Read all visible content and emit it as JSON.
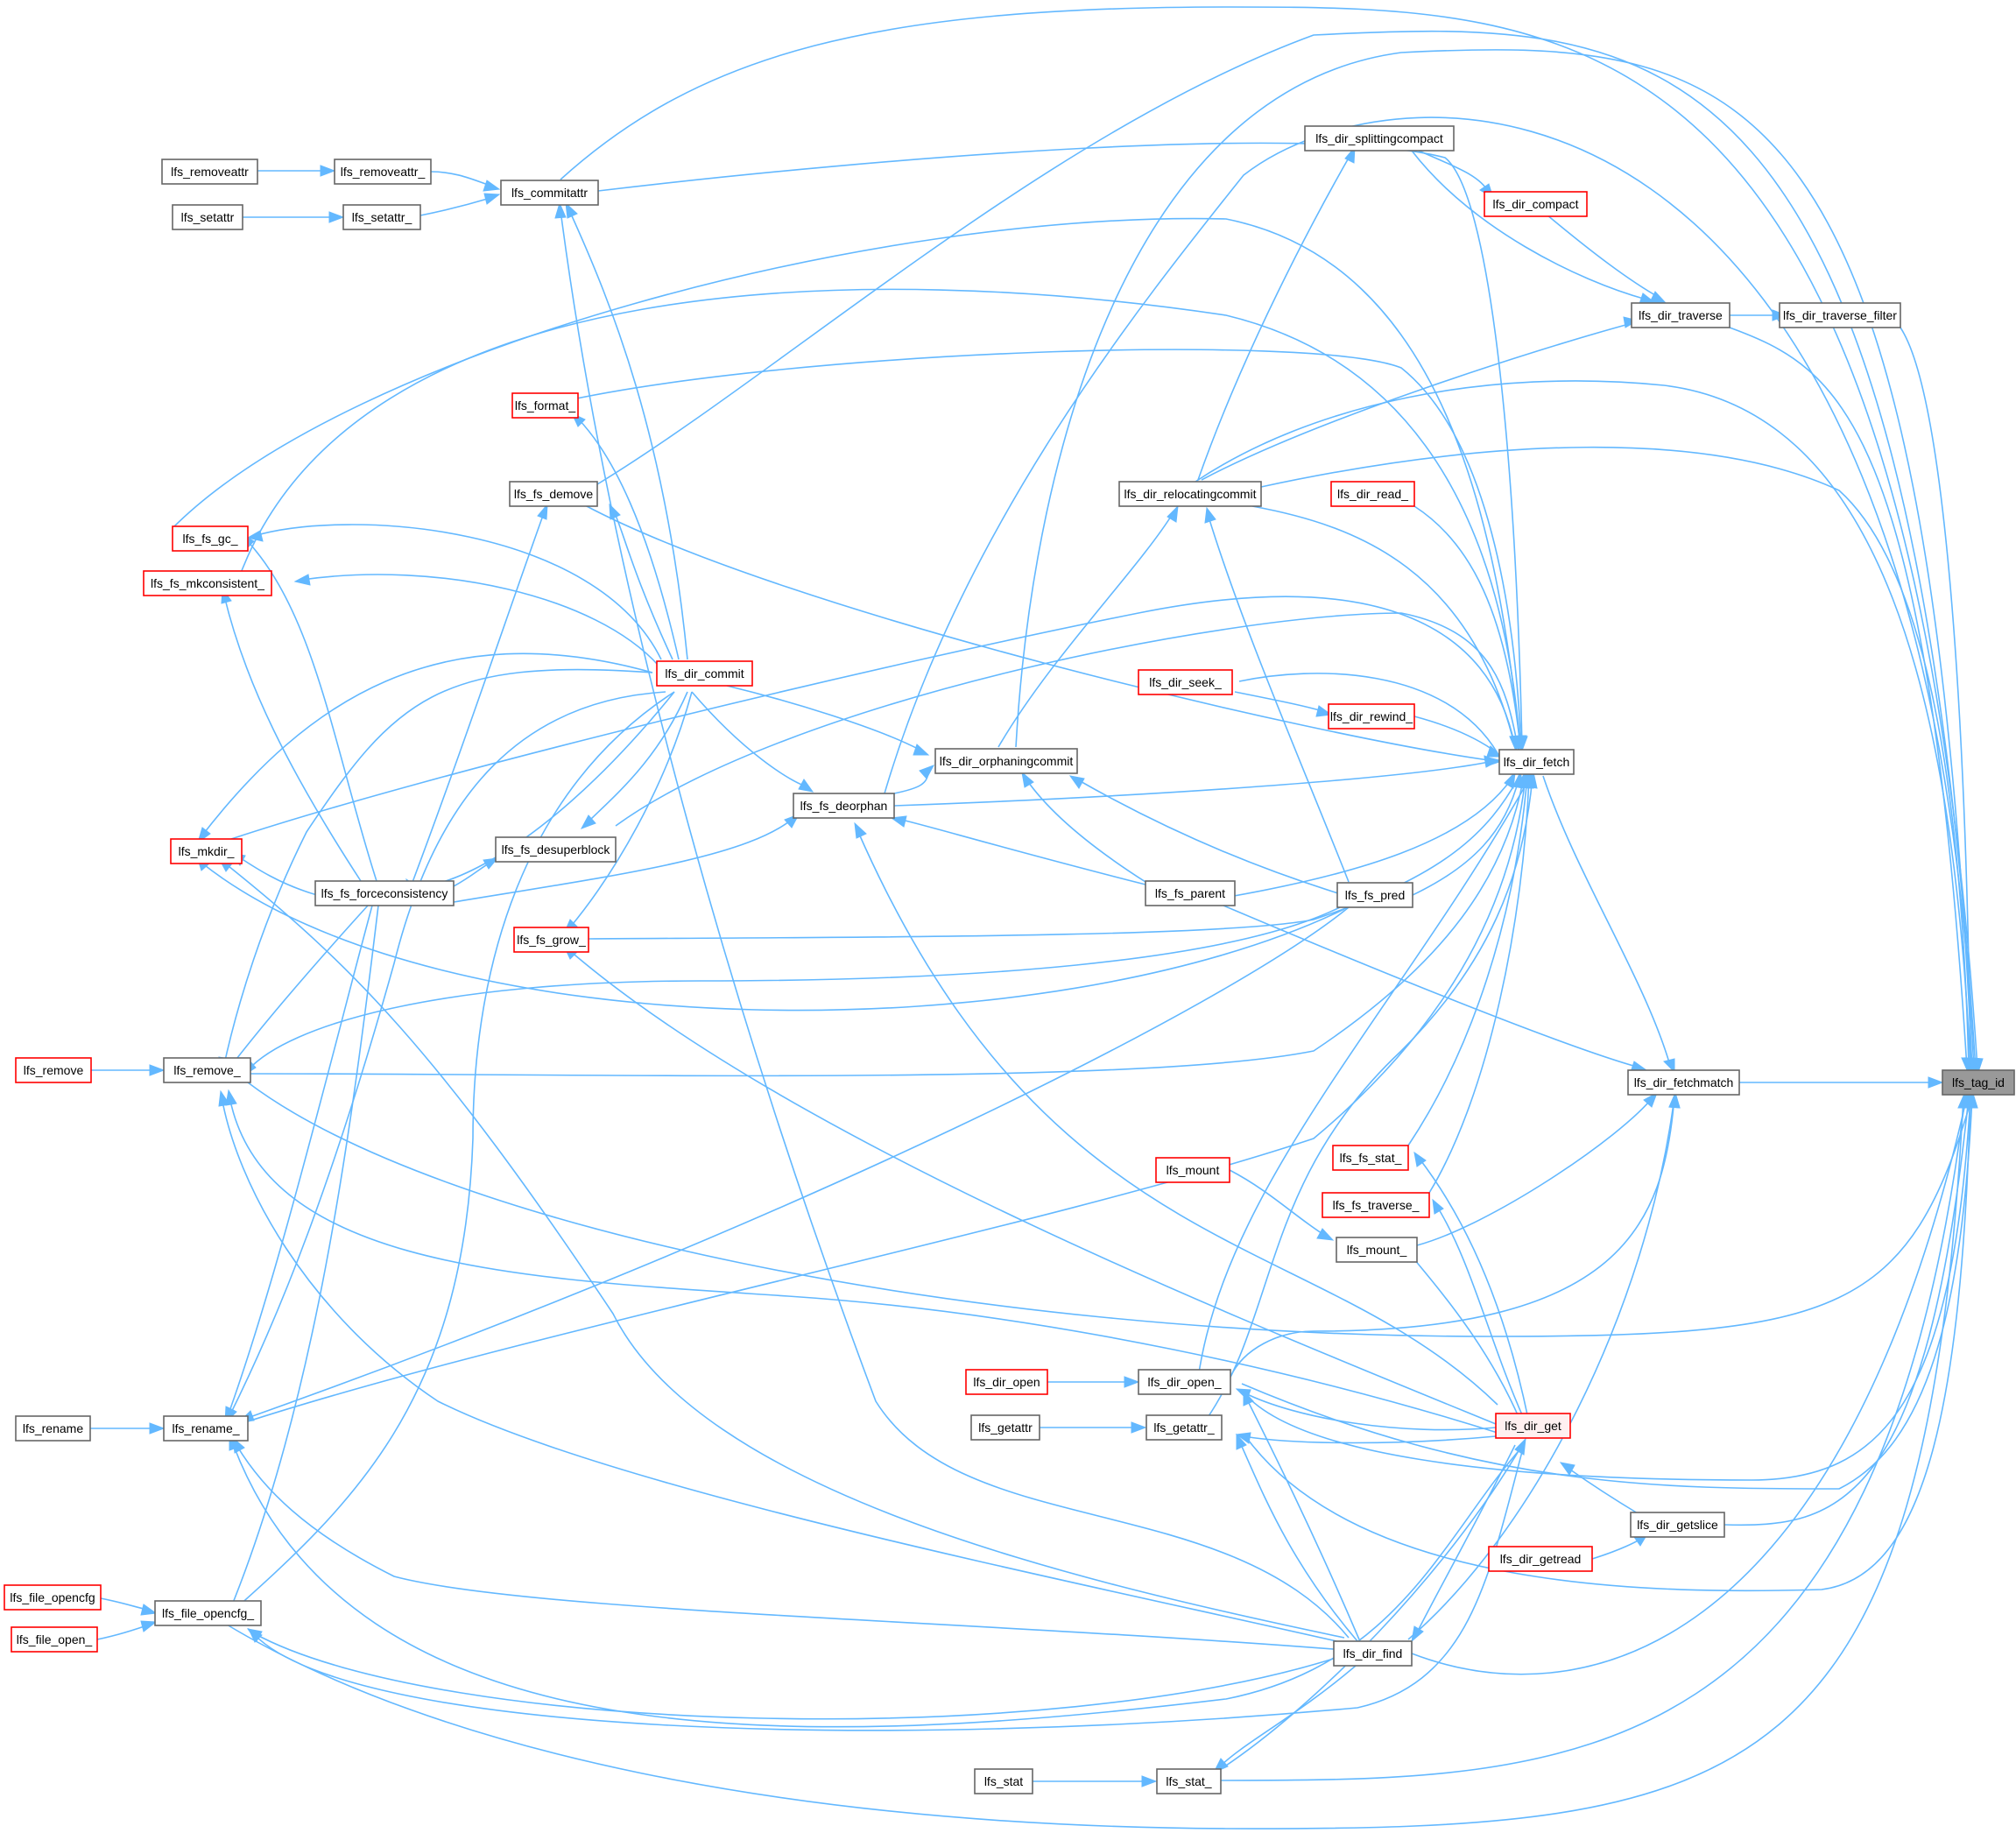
{
  "colors": {
    "edge": "#63b8ff",
    "node_border_normal": "#666666",
    "node_border_truncated": "#ff0000",
    "node_fill": "#ffffff",
    "node_fill_focus": "#999999",
    "node_fill_focus_alt": "#fff0f0"
  },
  "nodes": [
    {
      "id": "lfs_tag_id",
      "label": "lfs_tag_id",
      "style": "focus"
    },
    {
      "id": "lfs_dir_fetchmatch",
      "label": "lfs_dir_fetchmatch",
      "style": "normal"
    },
    {
      "id": "lfs_dir_fetch",
      "label": "lfs_dir_fetch",
      "style": "normal"
    },
    {
      "id": "lfs_dir_traverse_filter",
      "label": "lfs_dir_traverse_filter",
      "style": "normal"
    },
    {
      "id": "lfs_dir_traverse",
      "label": "lfs_dir_traverse",
      "style": "normal"
    },
    {
      "id": "lfs_dir_compact",
      "label": "lfs_dir_compact",
      "style": "truncated"
    },
    {
      "id": "lfs_dir_splittingcompact",
      "label": "lfs_dir_splittingcompact",
      "style": "normal"
    },
    {
      "id": "lfs_dir_relocatingcommit",
      "label": "lfs_dir_relocatingcommit",
      "style": "normal"
    },
    {
      "id": "lfs_dir_read_",
      "label": "lfs_dir_read_",
      "style": "truncated"
    },
    {
      "id": "lfs_dir_seek_",
      "label": "lfs_dir_seek_",
      "style": "truncated"
    },
    {
      "id": "lfs_dir_rewind_",
      "label": "lfs_dir_rewind_",
      "style": "truncated"
    },
    {
      "id": "lfs_dir_orphaningcommit",
      "label": "lfs_dir_orphaningcommit",
      "style": "normal"
    },
    {
      "id": "lfs_fs_deorphan",
      "label": "lfs_fs_deorphan",
      "style": "normal"
    },
    {
      "id": "lfs_dir_commit",
      "label": "lfs_dir_commit",
      "style": "truncated"
    },
    {
      "id": "lfs_fs_parent",
      "label": "lfs_fs_parent",
      "style": "normal"
    },
    {
      "id": "lfs_fs_pred",
      "label": "lfs_fs_pred",
      "style": "normal"
    },
    {
      "id": "lfs_fs_desuperblock",
      "label": "lfs_fs_desuperblock",
      "style": "normal"
    },
    {
      "id": "lfs_fs_forceconsistency",
      "label": "lfs_fs_forceconsistency",
      "style": "normal"
    },
    {
      "id": "lfs_fs_grow_",
      "label": "lfs_fs_grow_",
      "style": "truncated"
    },
    {
      "id": "lfs_fs_demove",
      "label": "lfs_fs_demove",
      "style": "normal"
    },
    {
      "id": "lfs_format_",
      "label": "lfs_format_",
      "style": "truncated"
    },
    {
      "id": "lfs_fs_gc_",
      "label": "lfs_fs_gc_",
      "style": "truncated"
    },
    {
      "id": "lfs_fs_mkconsistent_",
      "label": "lfs_fs_mkconsistent_",
      "style": "truncated"
    },
    {
      "id": "lfs_mkdir_",
      "label": "lfs_mkdir_",
      "style": "truncated"
    },
    {
      "id": "lfs_commitattr",
      "label": "lfs_commitattr",
      "style": "normal"
    },
    {
      "id": "lfs_removeattr_",
      "label": "lfs_removeattr_",
      "style": "normal"
    },
    {
      "id": "lfs_removeattr",
      "label": "lfs_removeattr",
      "style": "normal"
    },
    {
      "id": "lfs_setattr_",
      "label": "lfs_setattr_",
      "style": "normal"
    },
    {
      "id": "lfs_setattr",
      "label": "lfs_setattr",
      "style": "normal"
    },
    {
      "id": "lfs_remove_",
      "label": "lfs_remove_",
      "style": "normal"
    },
    {
      "id": "lfs_remove",
      "label": "lfs_remove",
      "style": "truncated"
    },
    {
      "id": "lfs_rename_",
      "label": "lfs_rename_",
      "style": "normal"
    },
    {
      "id": "lfs_rename",
      "label": "lfs_rename",
      "style": "normal"
    },
    {
      "id": "lfs_file_opencfg_",
      "label": "lfs_file_opencfg_",
      "style": "normal"
    },
    {
      "id": "lfs_file_opencfg",
      "label": "lfs_file_opencfg",
      "style": "truncated"
    },
    {
      "id": "lfs_file_open_",
      "label": "lfs_file_open_",
      "style": "truncated"
    },
    {
      "id": "lfs_fs_stat_",
      "label": "lfs_fs_stat_",
      "style": "truncated"
    },
    {
      "id": "lfs_fs_traverse_",
      "label": "lfs_fs_traverse_",
      "style": "truncated"
    },
    {
      "id": "lfs_mount_",
      "label": "lfs_mount_",
      "style": "normal"
    },
    {
      "id": "lfs_mount",
      "label": "lfs_mount",
      "style": "truncated"
    },
    {
      "id": "lfs_dir_get",
      "label": "lfs_dir_get",
      "style": "focus_alt"
    },
    {
      "id": "lfs_dir_getslice",
      "label": "lfs_dir_getslice",
      "style": "normal"
    },
    {
      "id": "lfs_dir_getread",
      "label": "lfs_dir_getread",
      "style": "truncated"
    },
    {
      "id": "lfs_dir_open_",
      "label": "lfs_dir_open_",
      "style": "normal"
    },
    {
      "id": "lfs_dir_open",
      "label": "lfs_dir_open",
      "style": "truncated"
    },
    {
      "id": "lfs_getattr_",
      "label": "lfs_getattr_",
      "style": "normal"
    },
    {
      "id": "lfs_getattr",
      "label": "lfs_getattr",
      "style": "normal"
    },
    {
      "id": "lfs_dir_find",
      "label": "lfs_dir_find",
      "style": "normal"
    },
    {
      "id": "lfs_stat_",
      "label": "lfs_stat_",
      "style": "normal"
    },
    {
      "id": "lfs_stat",
      "label": "lfs_stat",
      "style": "normal"
    }
  ]
}
